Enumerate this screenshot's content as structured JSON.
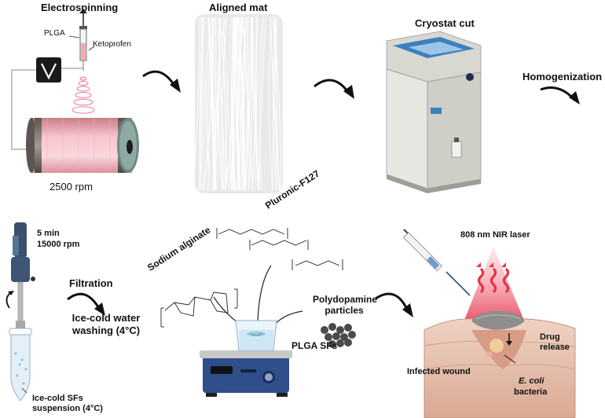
{
  "labels": {
    "electrospinning": "Electrospinning",
    "plga": "PLGA",
    "ketoprofen": "Ketoprofen",
    "voltage": "V",
    "rpm_collector": "2500 rpm",
    "aligned_mat": "Aligned mat",
    "cryostat_cut": "Cryostat cut",
    "homogenization": "Homogenization",
    "time": "5 min",
    "rpm_homogenizer": "15000 rpm",
    "filtration": "Filtration",
    "ice_cold_washing": "Ice-cold water washing (4°C)",
    "suspension": "Ice-cold SFs suspension (4°C)",
    "sodium_alginate": "Sodium alginate",
    "pluronic": "Pluronic-F127",
    "polydopamine": "Polydopamine particles",
    "plga_sfs": "PLGA SFs",
    "nir_laser": "808 nm NIR laser",
    "drug_release": "Drug release",
    "infected_wound": "Infected wound",
    "ecoli": "E. coli",
    "bacteria": "bacteria"
  },
  "colors": {
    "collector_pink": "#f4a9b8",
    "machine_gray": "#d9d9d4",
    "cryostat_blue": "#3b7fbf",
    "laser_red": "#e8324a",
    "skin": "#e9c7b4",
    "stirrer_blue": "#2f4e8c"
  }
}
